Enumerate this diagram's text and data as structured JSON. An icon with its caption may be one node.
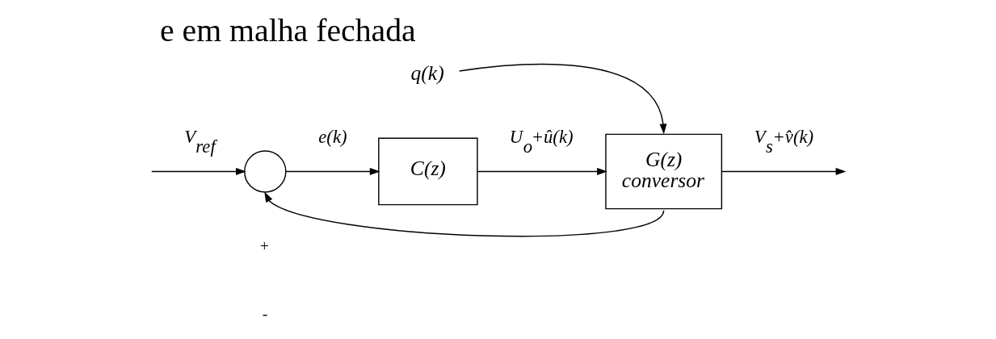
{
  "diagram": {
    "title": "e em malha fechada",
    "nodes": [
      {
        "text": [],
        "shape": "circle"
      },
      {
        "text": [
          "C(z)"
        ]
      },
      {
        "text": [
          "G(z)",
          "conversor"
        ]
      },
      {
        "text": [
          "q(k)"
        ]
      }
    ],
    "edges": [
      {
        "from": null,
        "to": 0,
        "arrow": "to",
        "label": "V$_{ref}$"
      },
      {
        "from": 0,
        "to": 1,
        "arrow": "to",
        "label": "e(k)"
      },
      {
        "from": 1,
        "to": 2,
        "arrow": "to",
        "label": "U$_{o}$+û(k)"
      },
      {
        "from": 3,
        "to": 2,
        "arrow": "to"
      },
      {
        "from": 2,
        "to": null,
        "arrow": "to",
        "label": "V$_{s}$+v̂(k)"
      },
      {
        "from": 2,
        "to": 0,
        "arrow": "to"
      }
    ],
    "labels": [
      "+",
      "-"
    ]
  }
}
